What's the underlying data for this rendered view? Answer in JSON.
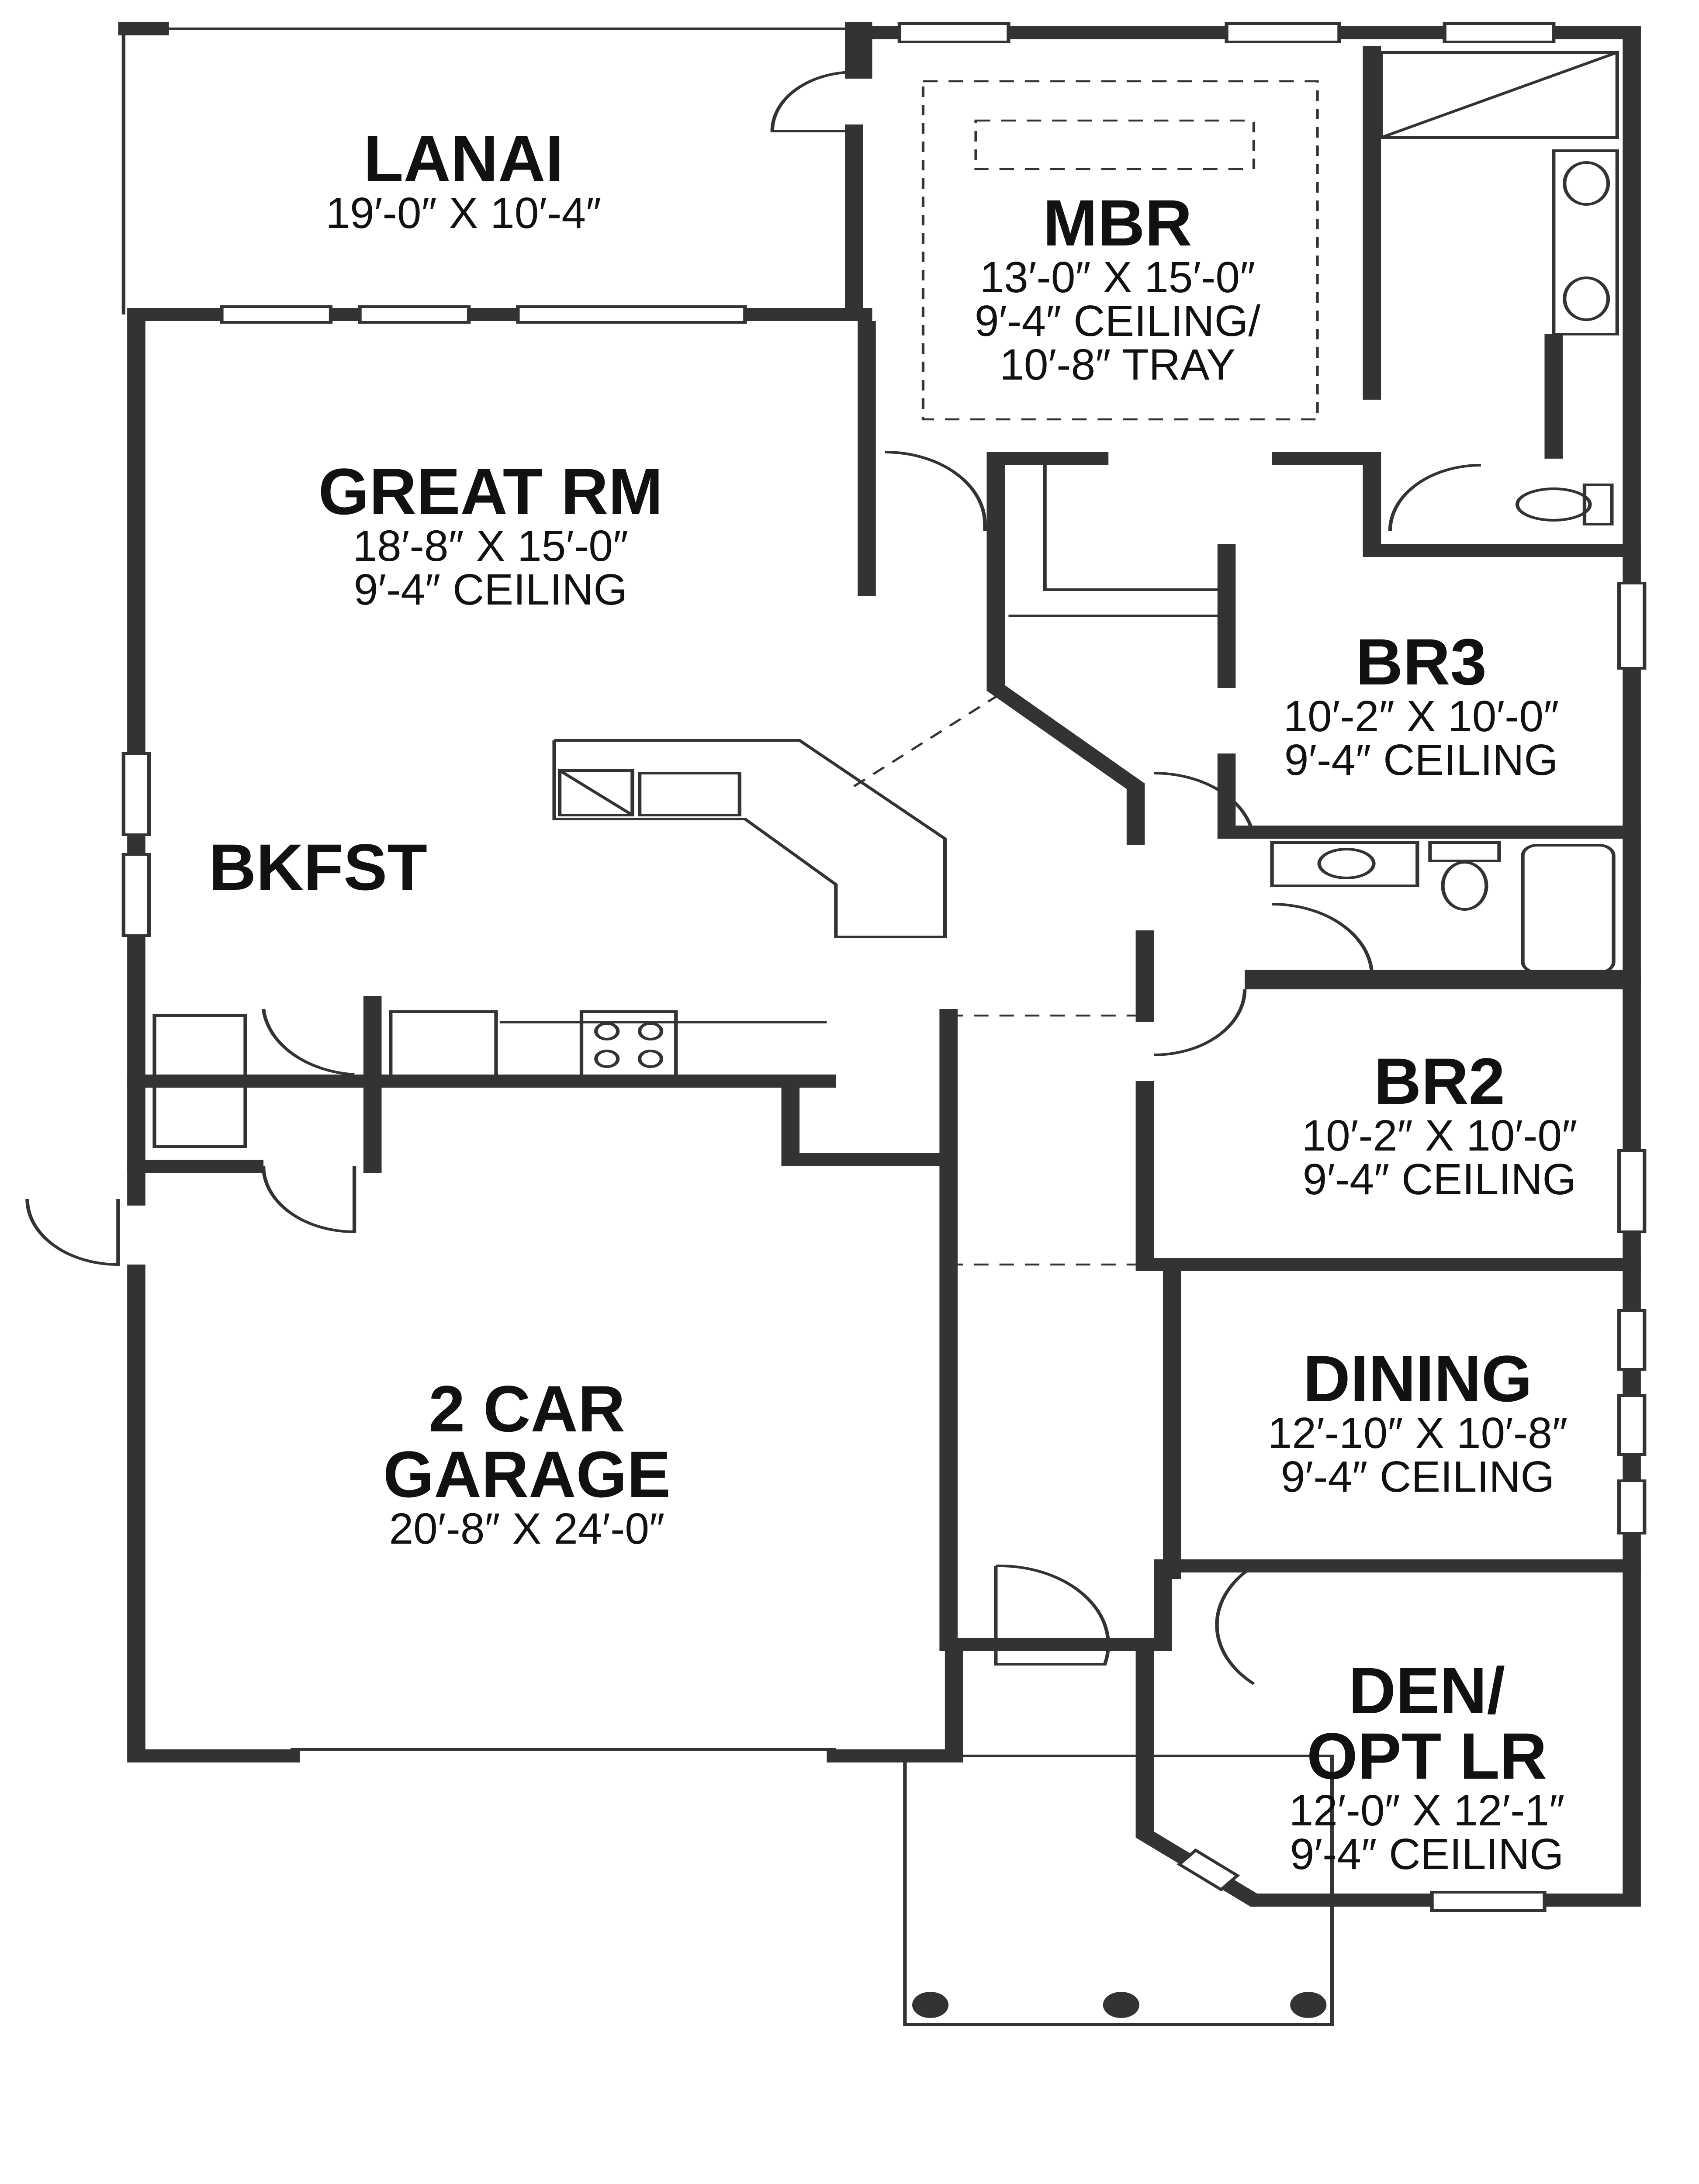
{
  "rooms": {
    "lanai": {
      "name": "LANAI",
      "size": "19′-0″ X 10′-4″"
    },
    "mbr": {
      "name": "MBR",
      "size": "13′-0″ X 15′-0″",
      "ceiling": "9′-4″ CEILING/",
      "tray": "10′-8″ TRAY"
    },
    "great_rm": {
      "name": "GREAT RM",
      "size": "18′-8″ X 15′-0″",
      "ceiling": "9′-4″ CEILING"
    },
    "bkfst": {
      "name": "BKFST"
    },
    "br3": {
      "name": "BR3",
      "size": "10′-2″ X 10′-0″",
      "ceiling": "9′-4″ CEILING"
    },
    "br2": {
      "name": "BR2",
      "size": "10′-2″ X 10′-0″",
      "ceiling": "9′-4″ CEILING"
    },
    "dining": {
      "name": "DINING",
      "size": "12′-10″ X 10′-8″",
      "ceiling": "9′-4″ CEILING"
    },
    "garage": {
      "name_line1": "2 CAR",
      "name_line2": "GARAGE",
      "size": "20′-8″ X 24′-0″"
    },
    "den": {
      "name_line1": "DEN/",
      "name_line2": "OPT LR",
      "size": "12′-0″ X 12′-1″",
      "ceiling": "9′-4″ CEILING"
    }
  },
  "colors": {
    "wall": "#333333",
    "background": "#ffffff"
  }
}
